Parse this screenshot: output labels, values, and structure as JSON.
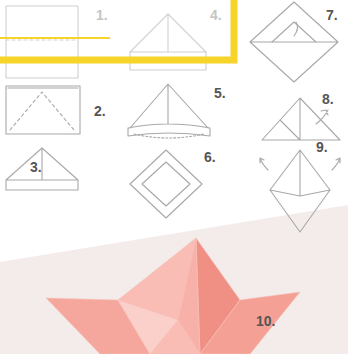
{
  "diagram": {
    "labels": [
      "1.",
      "4.",
      "7.",
      "2.",
      "5.",
      "8.",
      "3.",
      "6.",
      "9.",
      "10."
    ]
  }
}
